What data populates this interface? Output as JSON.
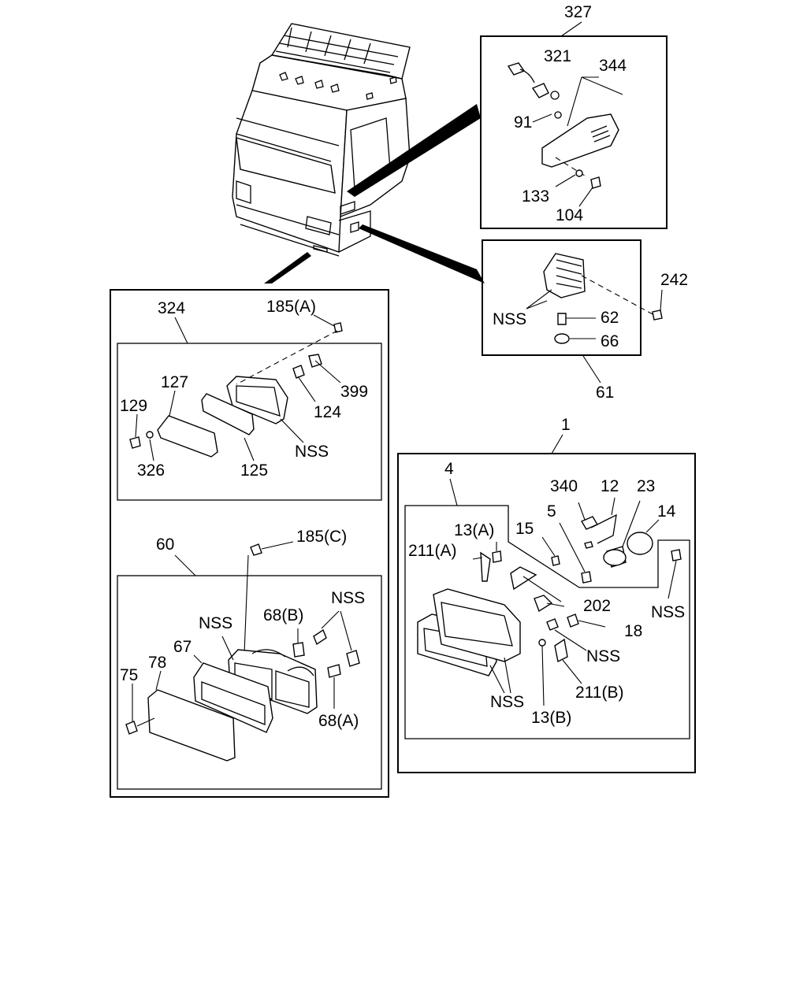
{
  "callouts": {
    "c327": "327",
    "c321": "321",
    "c344": "344",
    "c91": "91",
    "c133": "133",
    "c104": "104",
    "c242": "242",
    "c62": "62",
    "c66": "66",
    "c61": "61",
    "c_nss_61": "NSS",
    "c324": "324",
    "c185a": "185(A)",
    "c127": "127",
    "c129": "129",
    "c399": "399",
    "c124": "124",
    "c_nss_324": "NSS",
    "c326": "326",
    "c125": "125",
    "c60": "60",
    "c185c": "185(C)",
    "c_nss_60a": "NSS",
    "c_nss_60b": "NSS",
    "c68b": "68(B)",
    "c67": "67",
    "c78": "78",
    "c75": "75",
    "c68a": "68(A)",
    "c1": "1",
    "c4": "4",
    "c340": "340",
    "c12": "12",
    "c23": "23",
    "c14": "14",
    "c13a": "13(A)",
    "c15": "15",
    "c5": "5",
    "c211a": "211(A)",
    "c202": "202",
    "c18": "18",
    "c_nss_1a": "NSS",
    "c_nss_1b": "NSS",
    "c_nss_1c": "NSS",
    "c211b": "211(B)",
    "c13b": "13(B)"
  }
}
